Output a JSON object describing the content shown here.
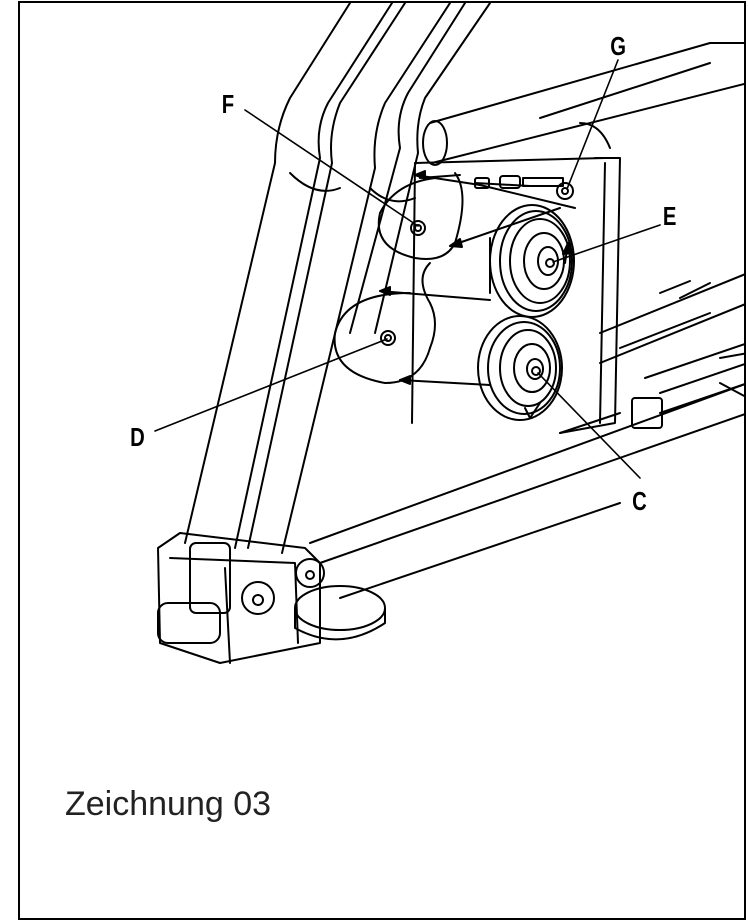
{
  "figure": {
    "caption": "Zeichnung 03",
    "labels": {
      "F": "F",
      "G": "G",
      "E": "E",
      "D": "D",
      "C": "C"
    }
  },
  "colors": {
    "line": "#000000",
    "background": "#ffffff"
  }
}
